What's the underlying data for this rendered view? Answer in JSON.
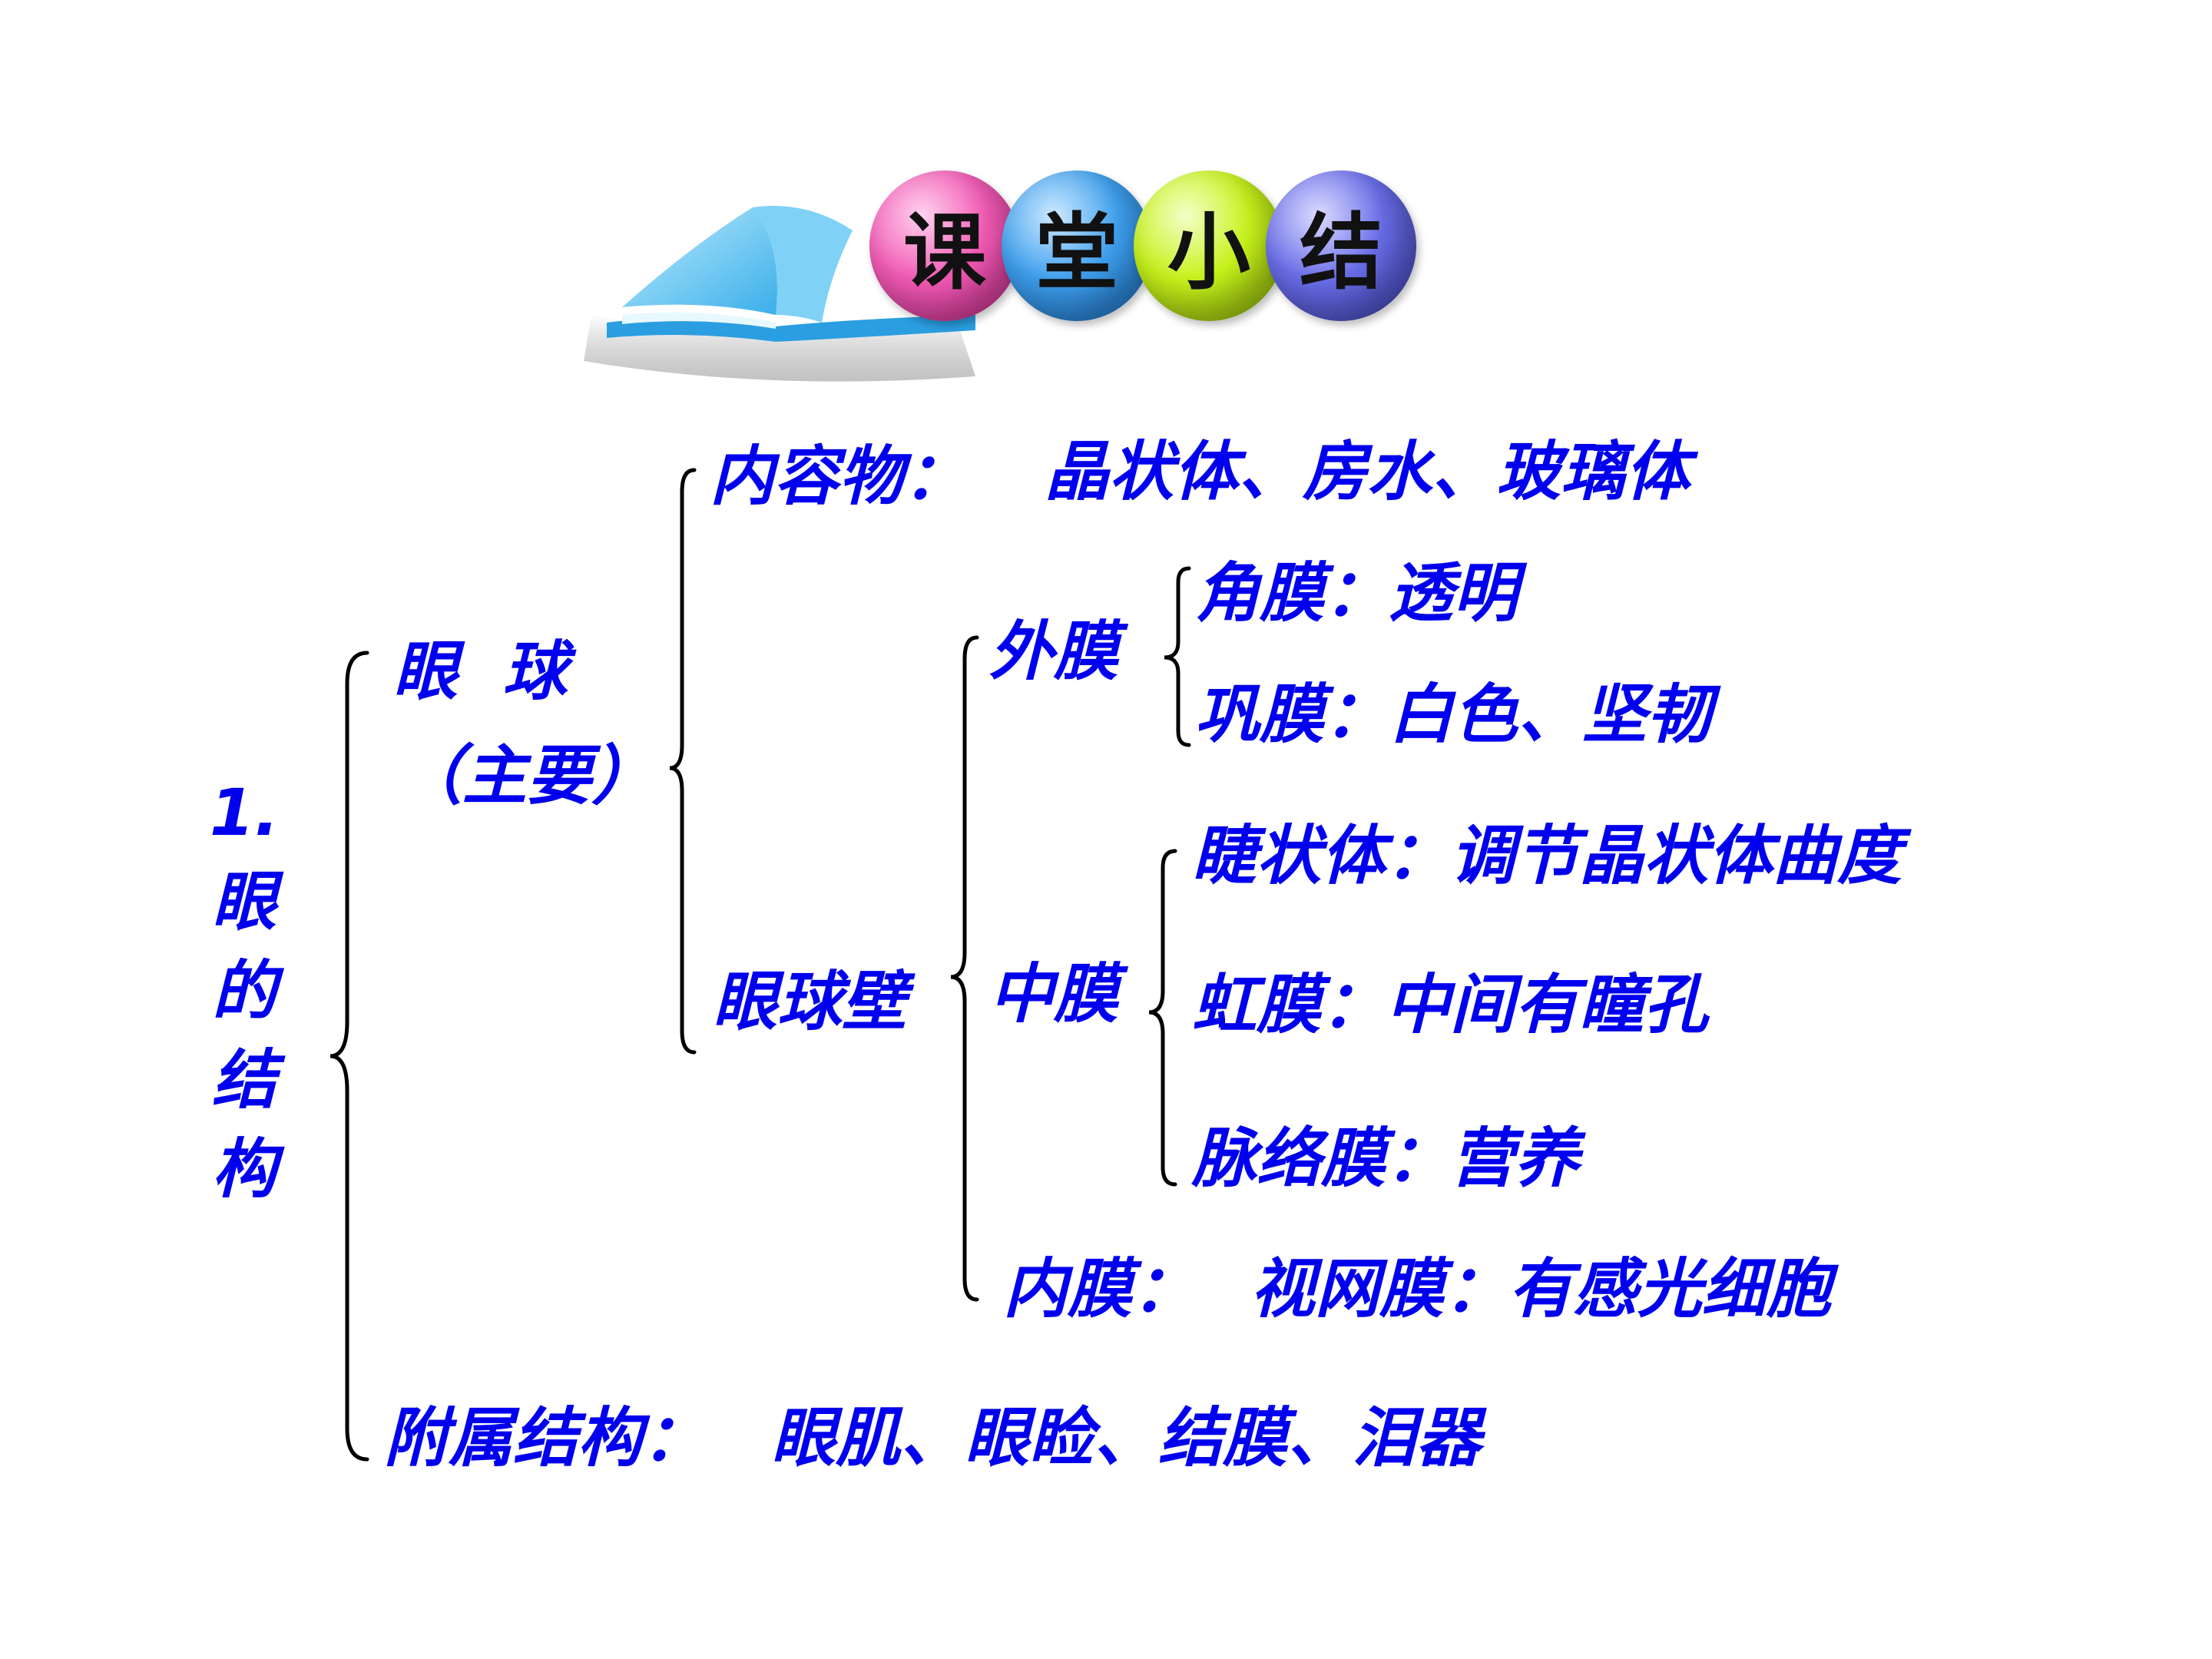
{
  "header": {
    "chars": [
      "课",
      "堂",
      "小",
      "结"
    ],
    "ball_colors": [
      "#f25bb5",
      "#3fa0ee",
      "#c6f21a",
      "#6a6ee8"
    ]
  },
  "diagram": {
    "root_lines": [
      "1.",
      "眼",
      "的",
      "结",
      "构"
    ],
    "eyeball": {
      "label": "眼  球",
      "note": "（主要）"
    },
    "contents": {
      "label": "内容物：",
      "value": "晶状体、房水、玻璃体"
    },
    "wall": {
      "label": "眼球壁"
    },
    "outer": {
      "label": "外膜",
      "items": [
        "角膜：透明",
        "巩膜：白色、坚韧"
      ]
    },
    "middle": {
      "label": "中膜",
      "items": [
        "睫状体：调节晶状体曲度",
        "虹膜：中间有瞳孔",
        "脉络膜：营养"
      ]
    },
    "inner": {
      "label": "内膜：",
      "value": "视网膜：有感光细胞"
    },
    "accessory": {
      "label": "附属结构：",
      "value": "眼肌、眼睑、结膜、泪器"
    }
  },
  "colors": {
    "text": "#0000ee"
  }
}
